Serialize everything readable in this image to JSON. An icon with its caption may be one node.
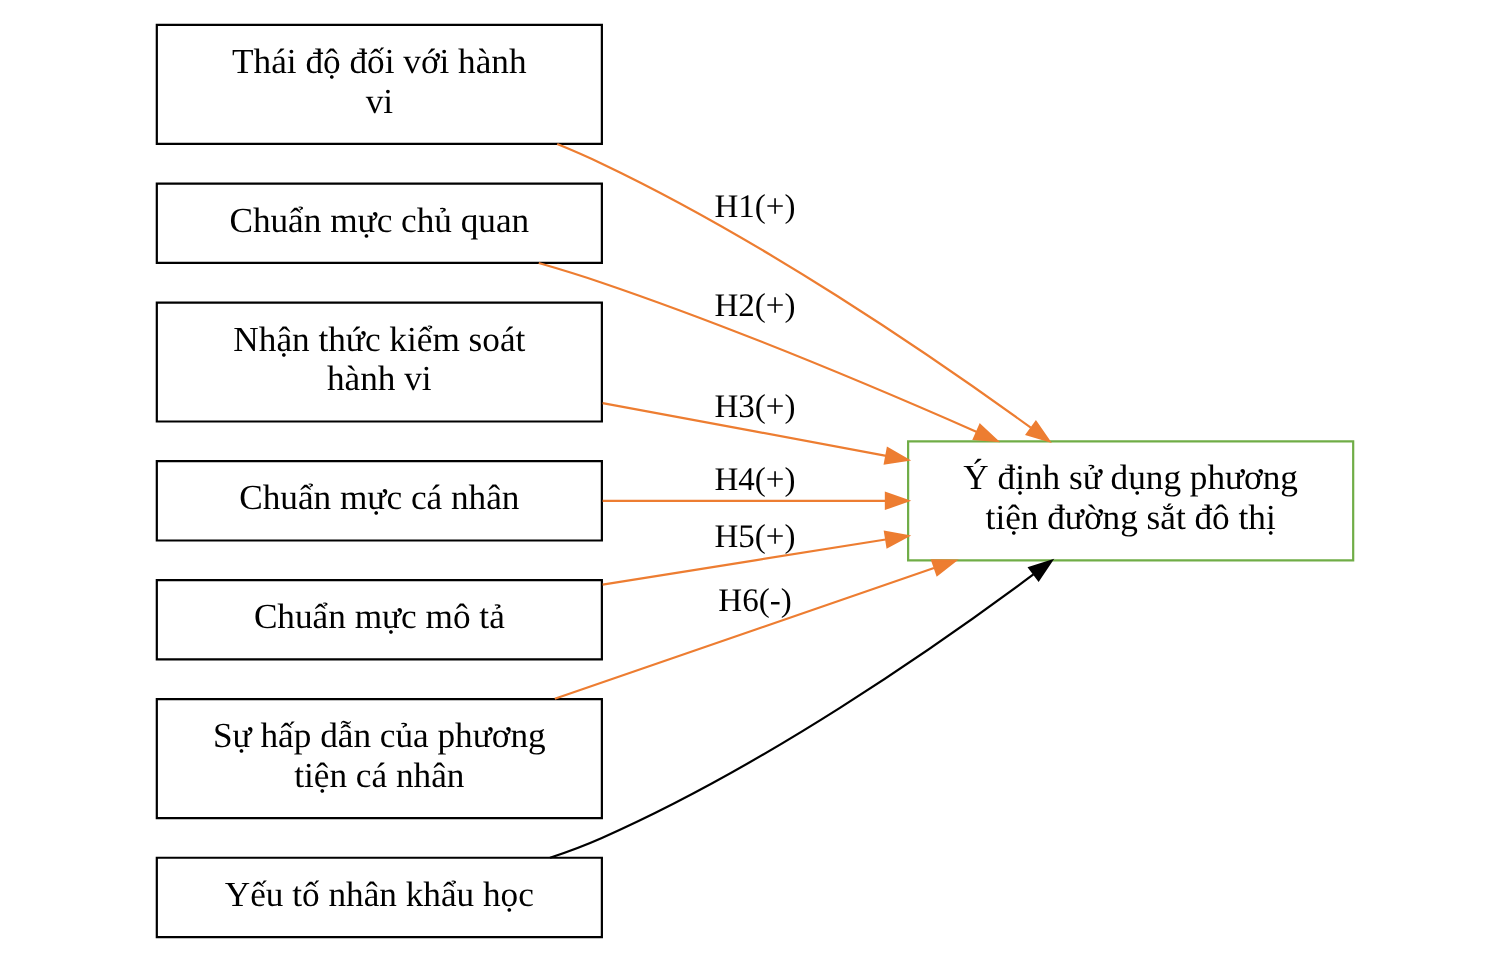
{
  "diagram": {
    "nodes": [
      {
        "text": [
          "Thái độ đối với hành vi"
        ]
      },
      {
        "text": [
          "Chuẩn mực chủ quan"
        ]
      },
      {
        "text": [
          "Nhận thức kiểm soát hành vi"
        ]
      },
      {
        "text": [
          "Chuẩn mực cá nhân"
        ]
      },
      {
        "text": [
          "Chuẩn mực mô tả"
        ]
      },
      {
        "text": [
          "Sự hấp dẫn của phương tiện cá nhân"
        ]
      },
      {
        "text": [
          "Yếu tố nhân khẩu học"
        ]
      },
      {
        "text": [
          "Ý định sử dụng phương tiện đường sắt đô thị"
        ]
      }
    ],
    "edges": [
      {
        "from": 0,
        "to": 7,
        "arrow": "to",
        "label": "H1(+)"
      },
      {
        "from": 1,
        "to": 7,
        "arrow": "to",
        "label": "H2(+)"
      },
      {
        "from": 2,
        "to": 7,
        "arrow": "to",
        "label": "H3(+)"
      },
      {
        "from": 3,
        "to": 7,
        "arrow": "to",
        "label": "H4(+)"
      },
      {
        "from": 4,
        "to": 7,
        "arrow": "to",
        "label": "H5(+)"
      },
      {
        "from": 5,
        "to": 7,
        "arrow": "to",
        "label": "H6(-)"
      },
      {
        "from": 6,
        "to": 7,
        "arrow": "to",
        "color": "#000000"
      }
    ]
  }
}
